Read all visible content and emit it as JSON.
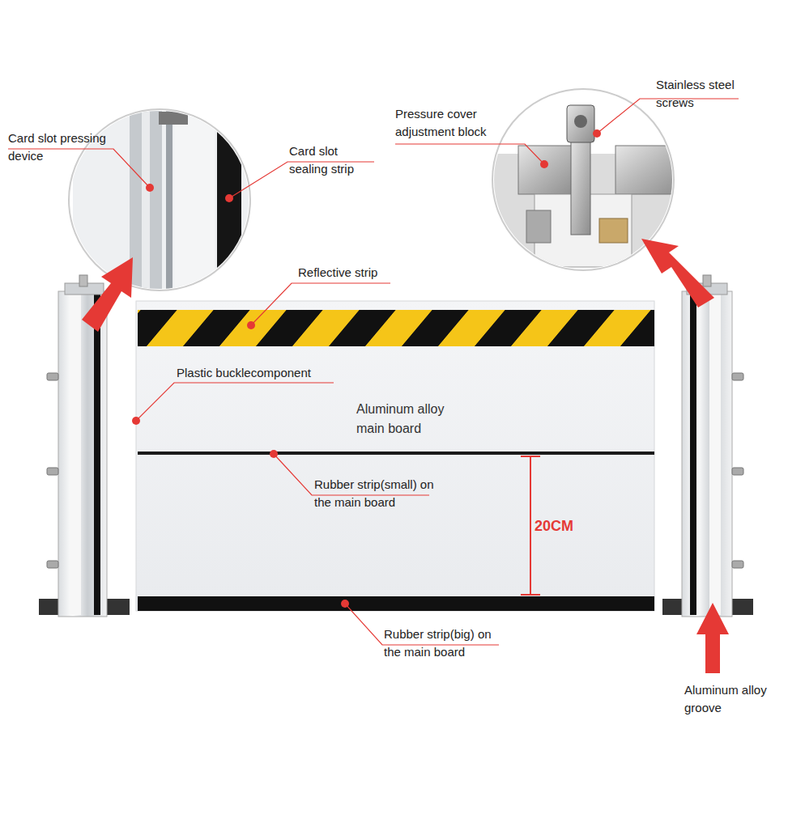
{
  "diagram": {
    "nodes": [
      {
        "text": [
          "Aluminum alloy main board"
        ]
      }
    ],
    "labels": [
      "Card slot pressing device",
      "Card slot sealing strip",
      "Pressure cover adjustment block",
      "Stainless steel screws",
      "Reflective strip",
      "Plastic bucklecomponent",
      "Rubber strip(small) on the main board",
      "20CM",
      "Rubber strip(big) on the main board",
      "Aluminum alloy groove"
    ]
  }
}
